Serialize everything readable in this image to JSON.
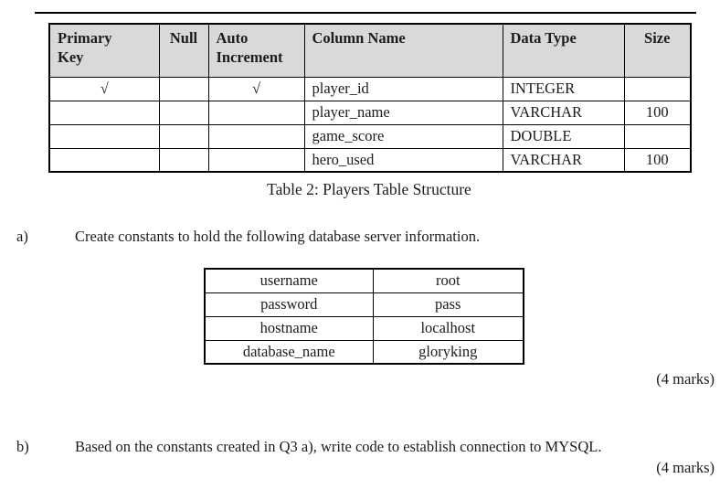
{
  "colors": {
    "header_bg": "#d9d9d9",
    "border": "#000000",
    "text": "#1c1c1c",
    "page_bg": "#ffffff"
  },
  "players_table": {
    "caption": "Table 2: Players Table Structure",
    "columns": [
      "Primary Key",
      "Null",
      "Auto Increment",
      "Column Name",
      "Data Type",
      "Size"
    ],
    "rows": [
      {
        "primary_key": "√",
        "null": "",
        "auto_increment": "√",
        "column_name": "player_id",
        "data_type": "INTEGER",
        "size": ""
      },
      {
        "primary_key": "",
        "null": "",
        "auto_increment": "",
        "column_name": "player_name",
        "data_type": "VARCHAR",
        "size": "100"
      },
      {
        "primary_key": "",
        "null": "",
        "auto_increment": "",
        "column_name": "game_score",
        "data_type": "DOUBLE",
        "size": ""
      },
      {
        "primary_key": "",
        "null": "",
        "auto_increment": "",
        "column_name": "hero_used",
        "data_type": "VARCHAR",
        "size": "100"
      }
    ]
  },
  "question_a": {
    "label": "a)",
    "text": "Create constants to hold the following database server information.",
    "marks": "(4 marks)"
  },
  "constants_table": {
    "rows": [
      [
        "username",
        "root"
      ],
      [
        "password",
        "pass"
      ],
      [
        "hostname",
        "localhost"
      ],
      [
        "database_name",
        "gloryking"
      ]
    ]
  },
  "question_b": {
    "label": "b)",
    "text": "Based on the constants created in Q3 a), write code to establish connection to MYSQL.",
    "marks": "(4 marks)"
  }
}
